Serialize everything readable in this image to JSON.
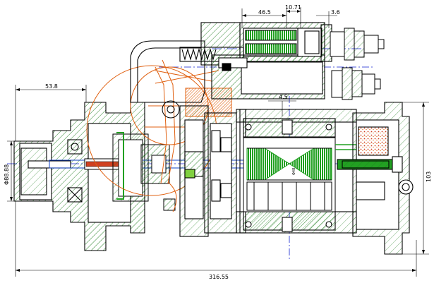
{
  "dimensions": {
    "d_46_5": "46.5",
    "d_10_71": "10.71",
    "d_3_6": "3.6",
    "d_53_8": "53.8",
    "d_4_5": "4.5",
    "d_316_55": "316.55",
    "d_phi88": "Φ88.88",
    "d_103": "103",
    "d_phi48": "Φ48"
  },
  "colors": {
    "outline": "#000000",
    "hatch": "#1a7a1a",
    "centerline": "#1020d0",
    "aux": "#e06010",
    "coil": "#22a022",
    "contact": "#d04020",
    "brush": "#e07020",
    "shaft": "#1040c0",
    "insulator": "#80d040"
  }
}
